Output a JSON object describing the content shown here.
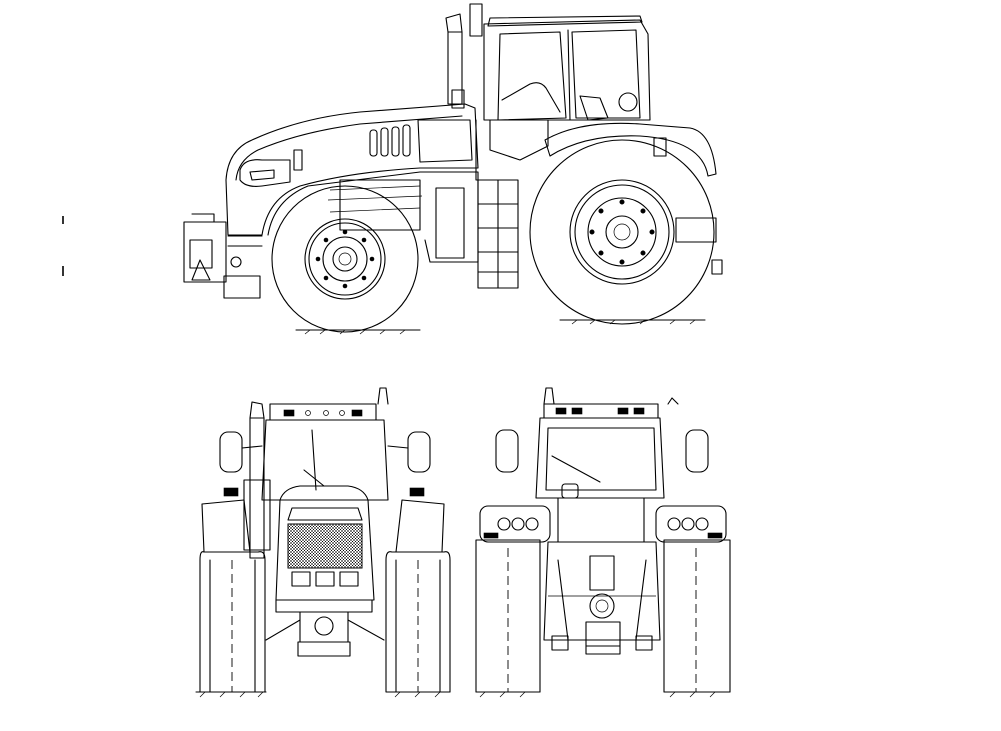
{
  "drawing": {
    "views": [
      {
        "id": "side",
        "name": "side-view"
      },
      {
        "id": "front",
        "name": "front-view"
      },
      {
        "id": "rear",
        "name": "rear-view"
      }
    ],
    "line_color": "#000000",
    "background": "#ffffff"
  }
}
